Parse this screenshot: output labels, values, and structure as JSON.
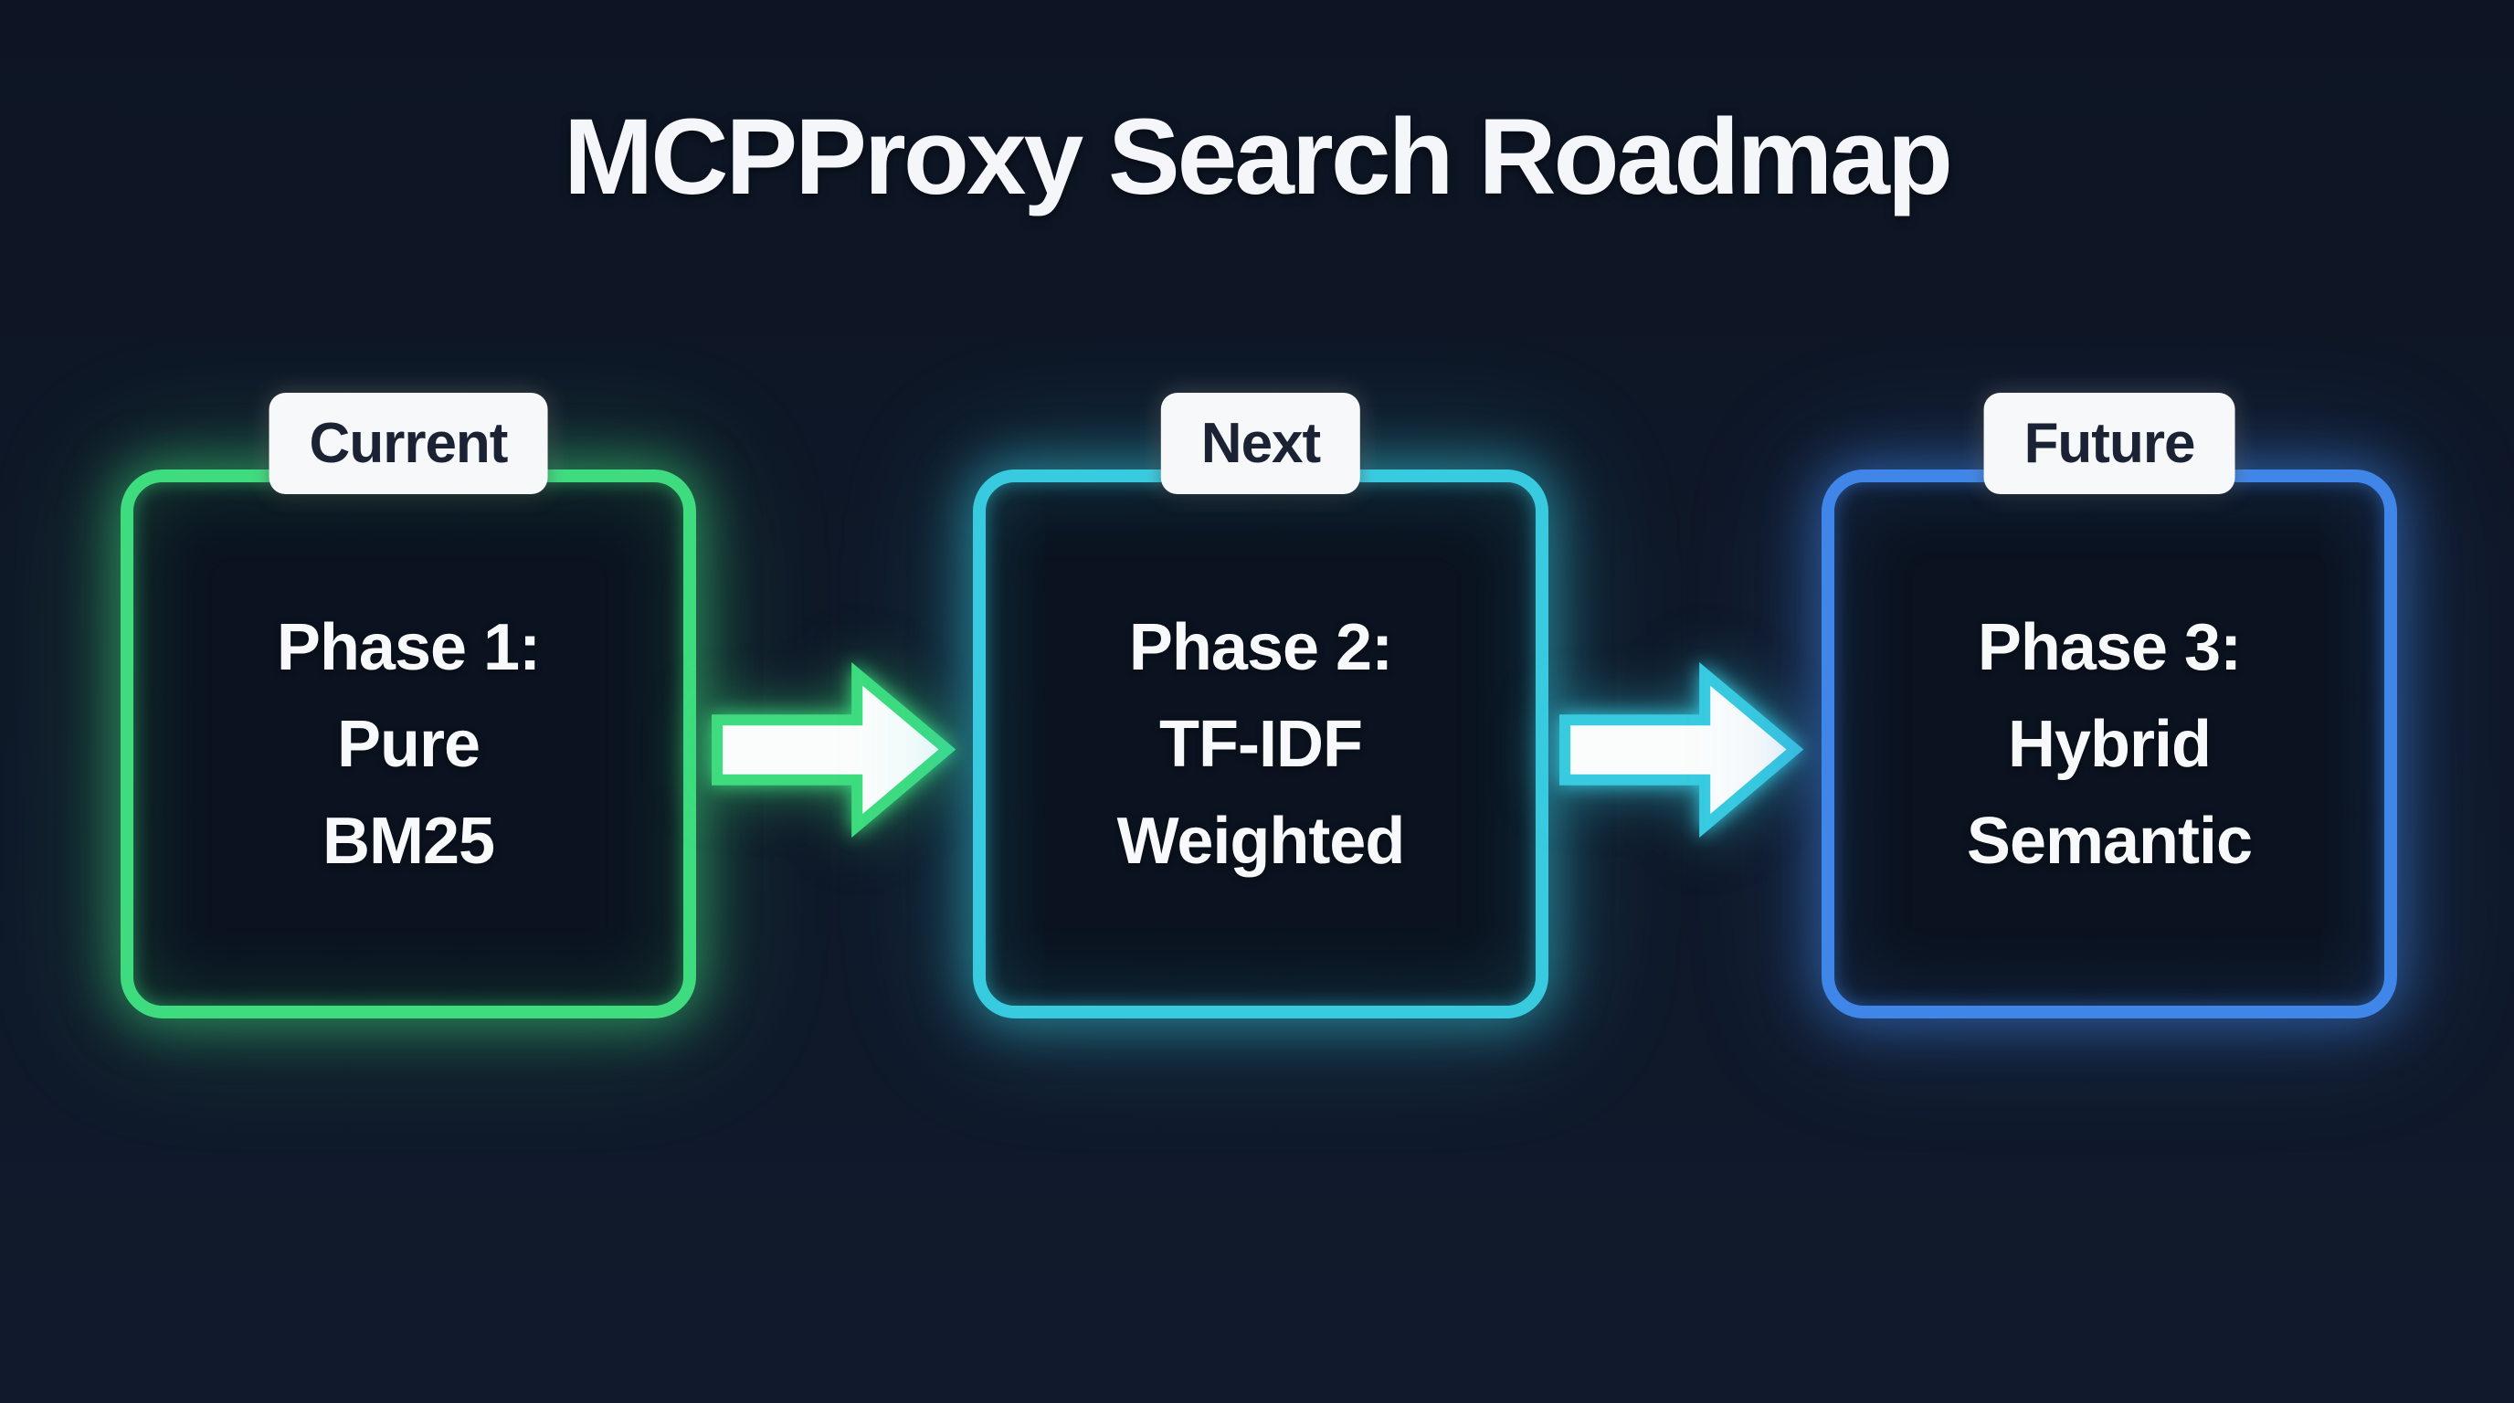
{
  "title": "MCPProxy Search Roadmap",
  "colors": {
    "background": "#0f1828",
    "title_text": "#f4f6f9",
    "phase_text": "#f7f9fb",
    "badge_background": "#f7f8fa",
    "badge_text": "#1a2234",
    "green_accent": "#3edc7e",
    "cyan_accent": "#38cbe0",
    "blue_accent": "#3f86e8",
    "arrow_fill": "#fbfdfc"
  },
  "phases": [
    {
      "badge": "Current",
      "accent": "#3edc7e",
      "lines": {
        "0": "Phase 1:",
        "1": "Pure",
        "2": "BM25"
      }
    },
    {
      "badge": "Next",
      "accent": "#38cbe0",
      "lines": {
        "0": "Phase 2:",
        "1": "TF-IDF",
        "2": "Weighted"
      }
    },
    {
      "badge": "Future",
      "accent": "#3f86e8",
      "lines": {
        "0": "Phase 3:",
        "1": "Hybrid",
        "2": "Semantic"
      }
    }
  ],
  "arrows": [
    {
      "direction": "right",
      "accent": "#3edc7e"
    },
    {
      "direction": "right",
      "accent": "#38cbe0"
    }
  ]
}
